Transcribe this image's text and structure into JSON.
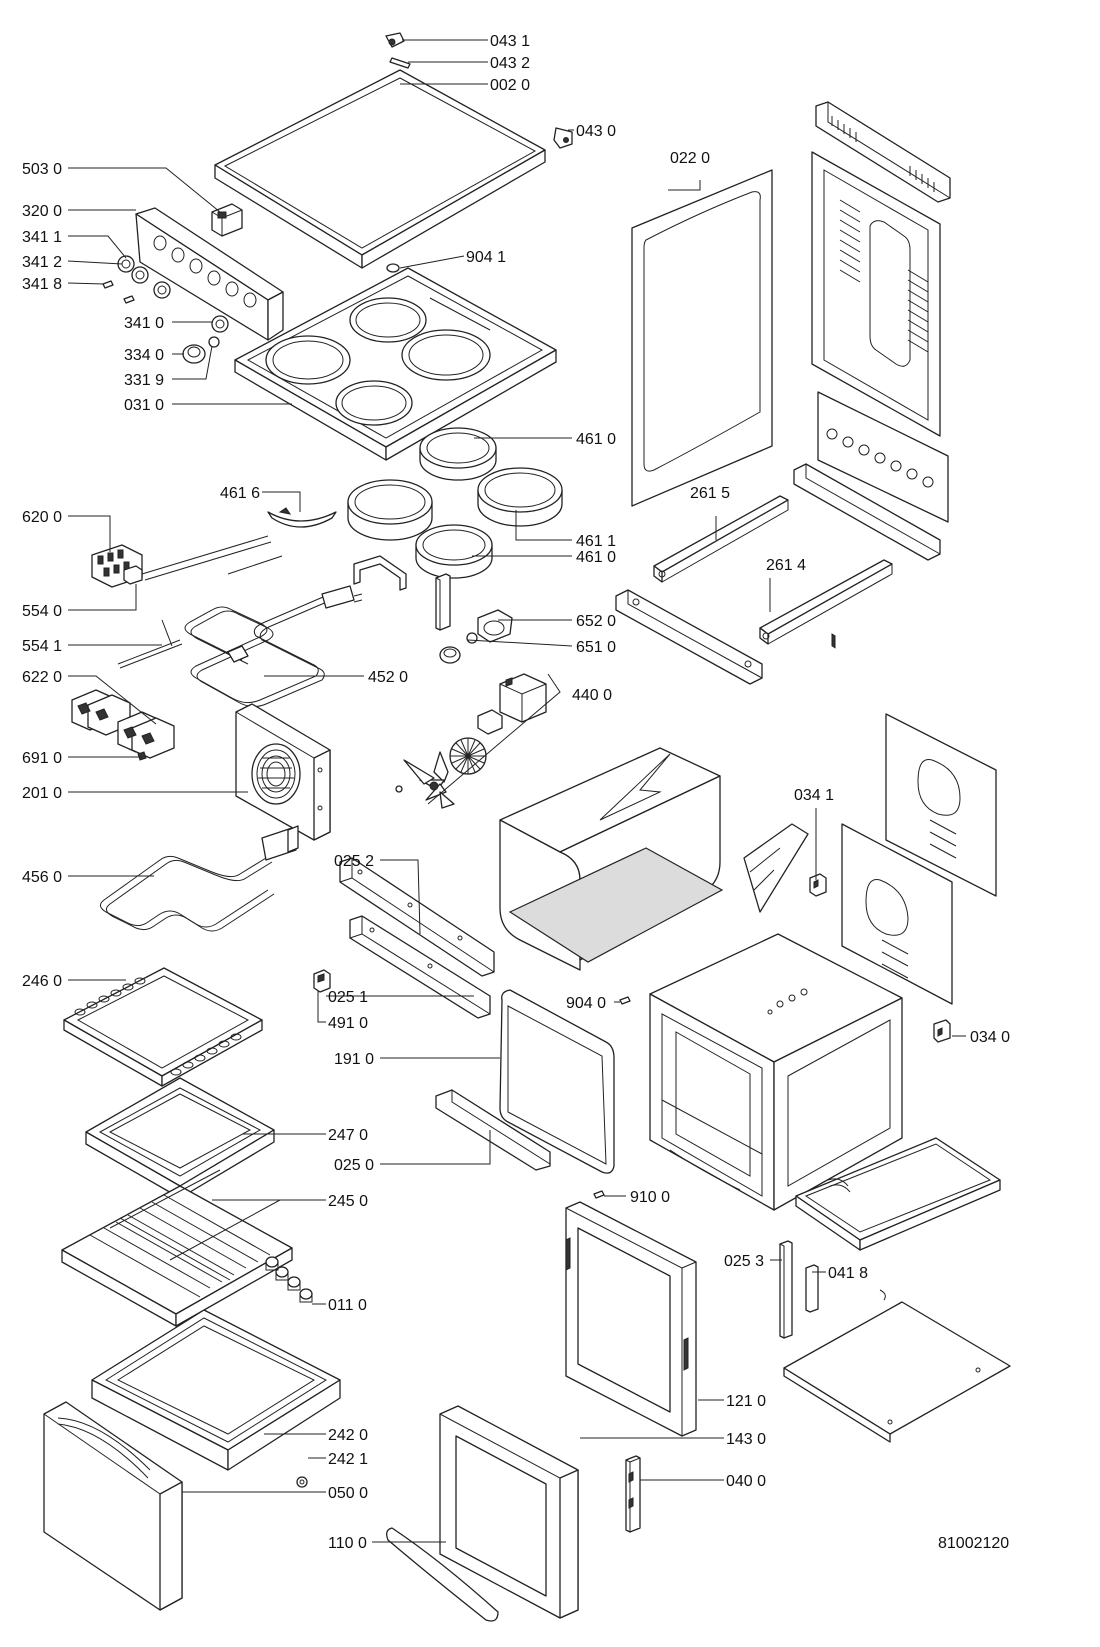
{
  "diagram": {
    "drawing_number": "81002120",
    "labels": [
      {
        "id": "a",
        "text": "043 1"
      },
      {
        "id": "b",
        "text": "043 2"
      },
      {
        "id": "c",
        "text": "002 0"
      },
      {
        "id": "d",
        "text": "043 0"
      },
      {
        "id": "e",
        "text": "022 0"
      },
      {
        "id": "f",
        "text": "503 0"
      },
      {
        "id": "g",
        "text": "320 0"
      },
      {
        "id": "h",
        "text": "341 1"
      },
      {
        "id": "i",
        "text": "341 2"
      },
      {
        "id": "j",
        "text": "341 8"
      },
      {
        "id": "k",
        "text": "904 1"
      },
      {
        "id": "l",
        "text": "341 0"
      },
      {
        "id": "m",
        "text": "334 0"
      },
      {
        "id": "n",
        "text": "331 9"
      },
      {
        "id": "o",
        "text": "031 0"
      },
      {
        "id": "p",
        "text": "461 0"
      },
      {
        "id": "q",
        "text": "461 6"
      },
      {
        "id": "r",
        "text": "261 5"
      },
      {
        "id": "s",
        "text": "620 0"
      },
      {
        "id": "t",
        "text": "461 1"
      },
      {
        "id": "u",
        "text": "461 0"
      },
      {
        "id": "v",
        "text": "261 4"
      },
      {
        "id": "w",
        "text": "554 0"
      },
      {
        "id": "x",
        "text": "652 0"
      },
      {
        "id": "y",
        "text": "554 1"
      },
      {
        "id": "z",
        "text": "651 0"
      },
      {
        "id": "aa",
        "text": "622 0"
      },
      {
        "id": "ab",
        "text": "452 0"
      },
      {
        "id": "ac",
        "text": "440 0"
      },
      {
        "id": "ad",
        "text": "691 0"
      },
      {
        "id": "ae",
        "text": "034 1"
      },
      {
        "id": "af",
        "text": "201 0"
      },
      {
        "id": "ag",
        "text": "456 0"
      },
      {
        "id": "ah",
        "text": "025 2"
      },
      {
        "id": "ai",
        "text": "246 0"
      },
      {
        "id": "aj",
        "text": "025 1"
      },
      {
        "id": "ak",
        "text": "904 0"
      },
      {
        "id": "al",
        "text": "491 0"
      },
      {
        "id": "am",
        "text": "034 0"
      },
      {
        "id": "an",
        "text": "191 0"
      },
      {
        "id": "ao",
        "text": "247 0"
      },
      {
        "id": "ap",
        "text": "025 0"
      },
      {
        "id": "aq",
        "text": "910 0"
      },
      {
        "id": "ar",
        "text": "245 0"
      },
      {
        "id": "as",
        "text": "025 3"
      },
      {
        "id": "at",
        "text": "041 8"
      },
      {
        "id": "au",
        "text": "011 0"
      },
      {
        "id": "av",
        "text": "121 0"
      },
      {
        "id": "aw",
        "text": "242 0"
      },
      {
        "id": "ax",
        "text": "143 0"
      },
      {
        "id": "ay",
        "text": "242 1"
      },
      {
        "id": "az",
        "text": "040 0"
      },
      {
        "id": "ba",
        "text": "050 0"
      },
      {
        "id": "bb",
        "text": "110 0"
      }
    ]
  }
}
